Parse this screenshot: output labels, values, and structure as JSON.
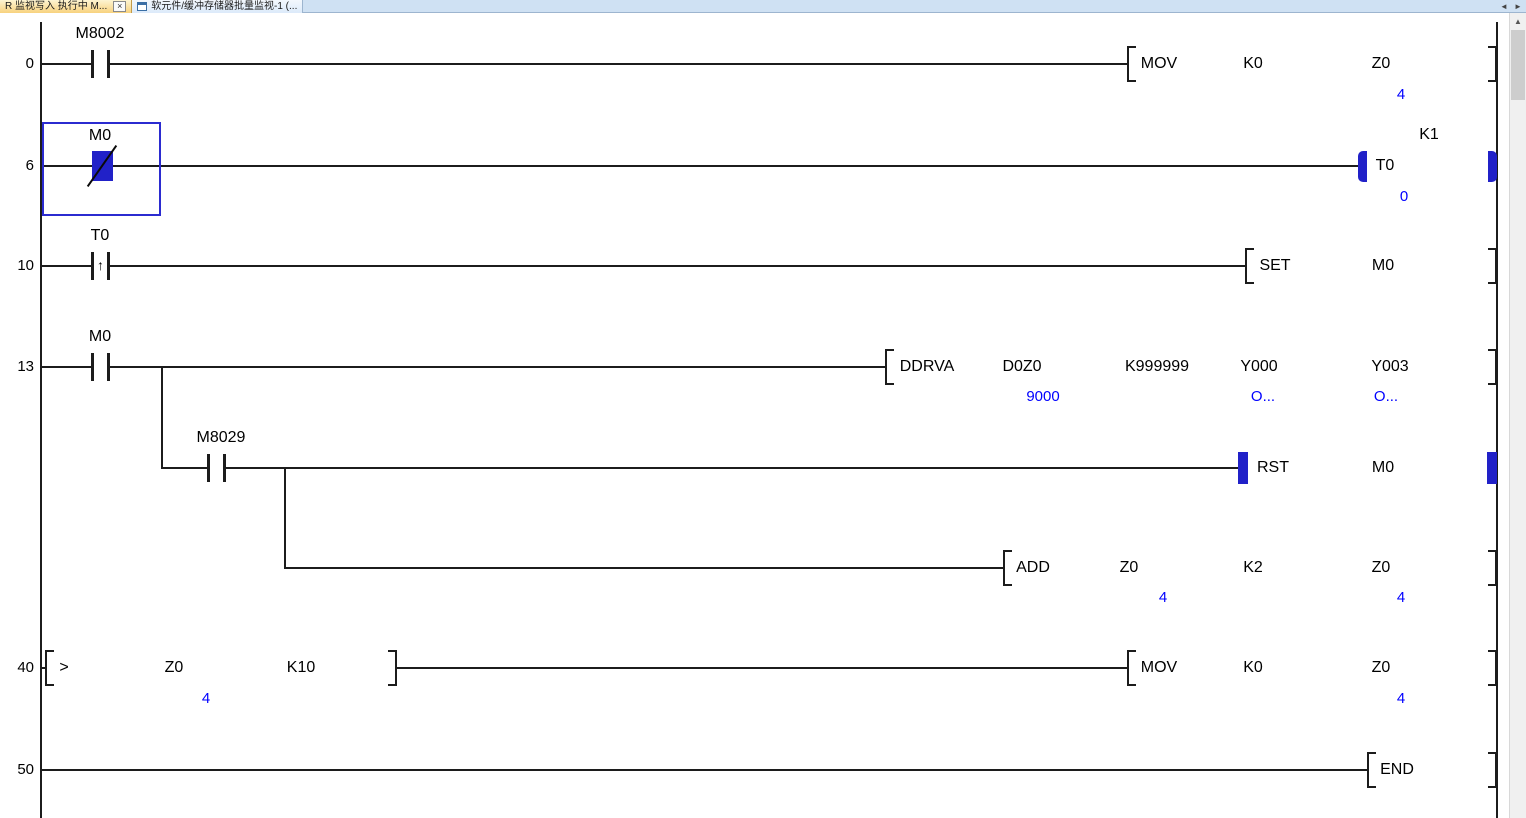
{
  "tabs": [
    {
      "label": "R 监视写入 执行中 M...",
      "close_glyph": "×"
    },
    {
      "label": "软元件/缓冲存储器批量监视-1 (..."
    }
  ],
  "chrome": {
    "tab_scroll_left": "◄",
    "tab_scroll_right": "►",
    "scroll_up": "▲"
  },
  "ladder": {
    "rung0": {
      "step": "0",
      "contact_label": "M8002",
      "instr": "MOV",
      "src": "K0",
      "dst": "Z0",
      "dst_monitor": "4"
    },
    "rung6": {
      "step": "6",
      "contact_label": "M0",
      "coil_device": "T0",
      "coil_preset": "K1",
      "coil_monitor": "0"
    },
    "rung10": {
      "step": "10",
      "contact_label": "T0",
      "pulse_glyph": "↑",
      "instr": "SET",
      "dst": "M0"
    },
    "rung13": {
      "step": "13",
      "contact_label": "M0",
      "instr": "DDRVA",
      "op1": "D0Z0",
      "op1_monitor": "9000",
      "op2": "K999999",
      "op3": "Y000",
      "op3_monitor": "O...",
      "op4": "Y003",
      "op4_monitor": "O..."
    },
    "branch_m8029": {
      "contact_label": "M8029",
      "instr": "RST",
      "dst": "M0"
    },
    "branch_add": {
      "instr": "ADD",
      "op1": "Z0",
      "op1_monitor": "4",
      "op2": "K2",
      "dst": "Z0",
      "dst_monitor": "4"
    },
    "rung40": {
      "step": "40",
      "cmp": ">",
      "op1": "Z0",
      "op1_monitor": "4",
      "op2": "K10",
      "instr": "MOV",
      "src": "K0",
      "dst": "Z0",
      "dst_monitor": "4"
    },
    "rung50": {
      "step": "50",
      "instr": "END"
    }
  }
}
